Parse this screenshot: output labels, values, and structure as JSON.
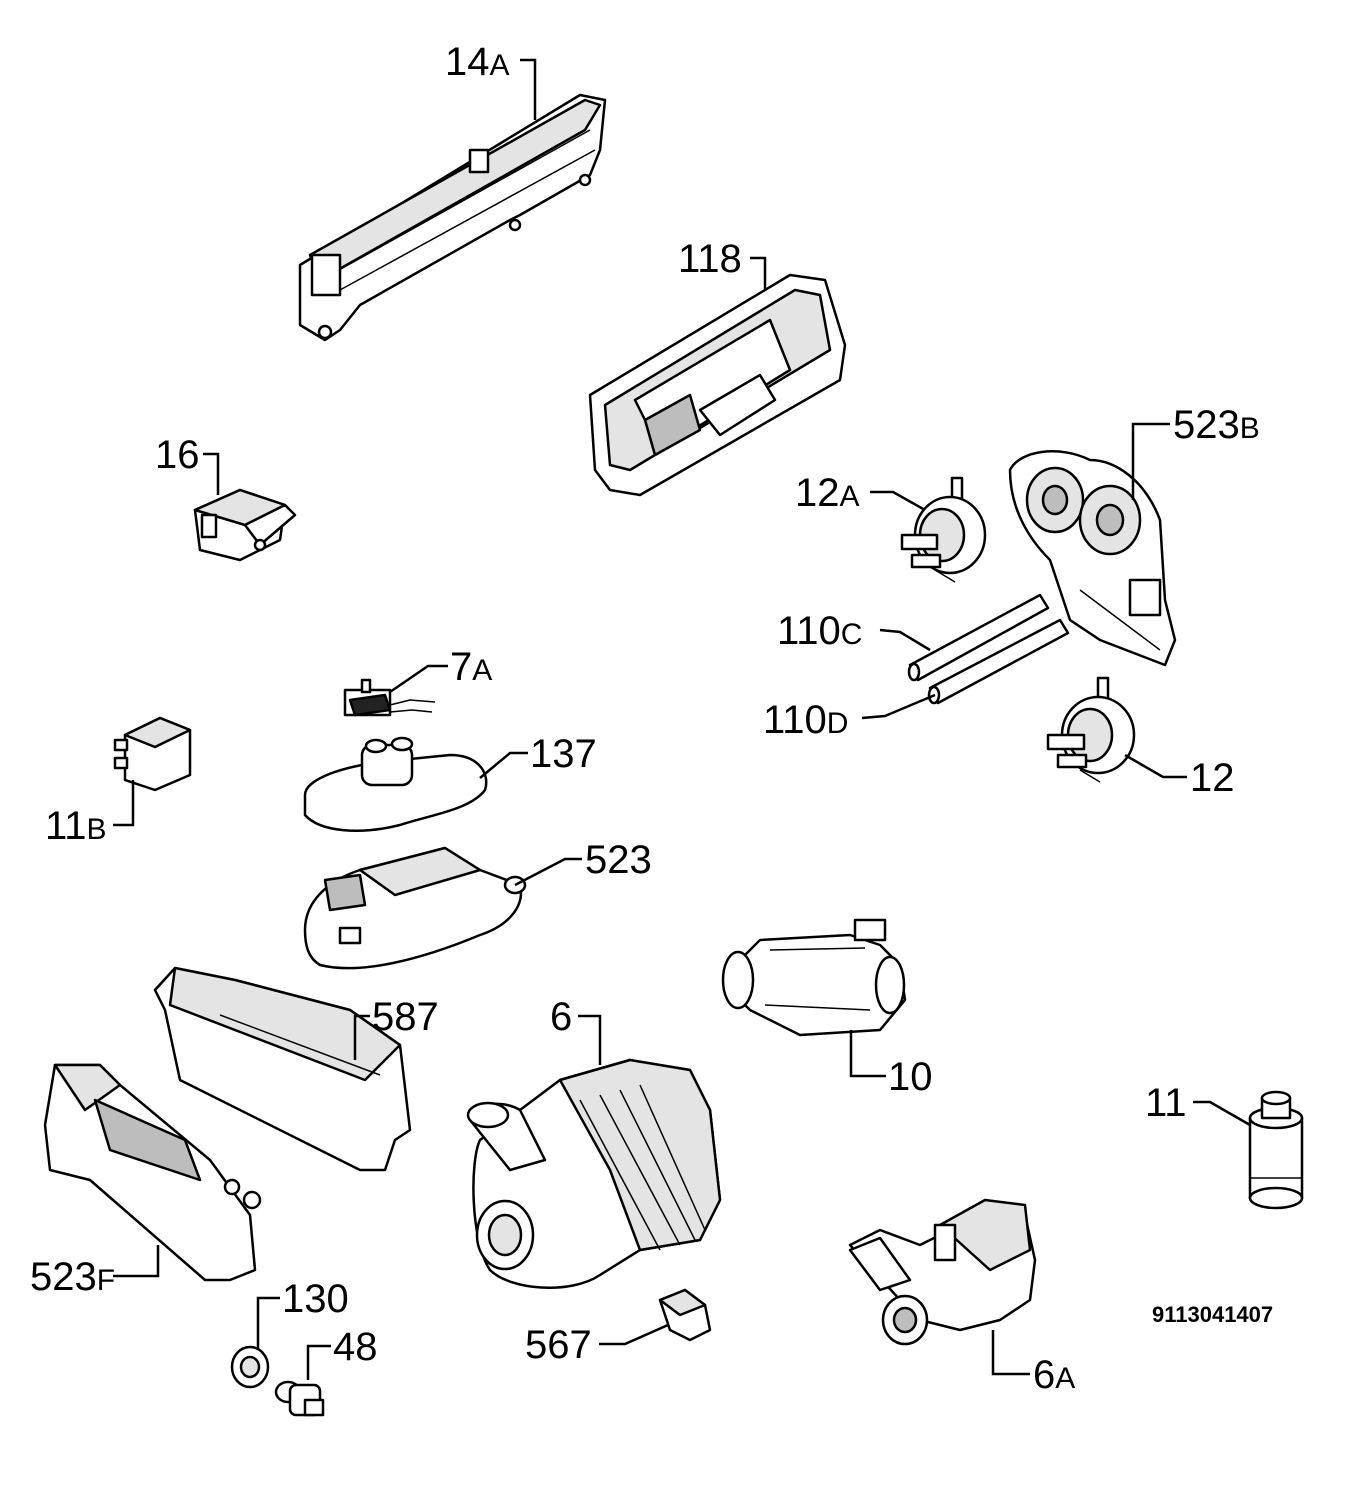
{
  "diagram_id": "9113041407",
  "callouts": {
    "c14a": {
      "num": "14",
      "suffix": "A"
    },
    "c118": {
      "num": "118",
      "suffix": ""
    },
    "c16": {
      "num": "16",
      "suffix": ""
    },
    "c523b": {
      "num": "523",
      "suffix": "B"
    },
    "c12a": {
      "num": "12",
      "suffix": "A"
    },
    "c110c": {
      "num": "110",
      "suffix": "C"
    },
    "c110d": {
      "num": "110",
      "suffix": "D"
    },
    "c12": {
      "num": "12",
      "suffix": ""
    },
    "c7a": {
      "num": "7",
      "suffix": "A"
    },
    "c137": {
      "num": "137",
      "suffix": ""
    },
    "c11b": {
      "num": "11",
      "suffix": "B"
    },
    "c523": {
      "num": "523",
      "suffix": ""
    },
    "c587": {
      "num": "587",
      "suffix": ""
    },
    "c6": {
      "num": "6",
      "suffix": ""
    },
    "c10": {
      "num": "10",
      "suffix": ""
    },
    "c11": {
      "num": "11",
      "suffix": ""
    },
    "c523f": {
      "num": "523",
      "suffix": "F"
    },
    "c130": {
      "num": "130",
      "suffix": ""
    },
    "c48": {
      "num": "48",
      "suffix": ""
    },
    "c567": {
      "num": "567",
      "suffix": ""
    },
    "c6a": {
      "num": "6",
      "suffix": "A"
    }
  }
}
